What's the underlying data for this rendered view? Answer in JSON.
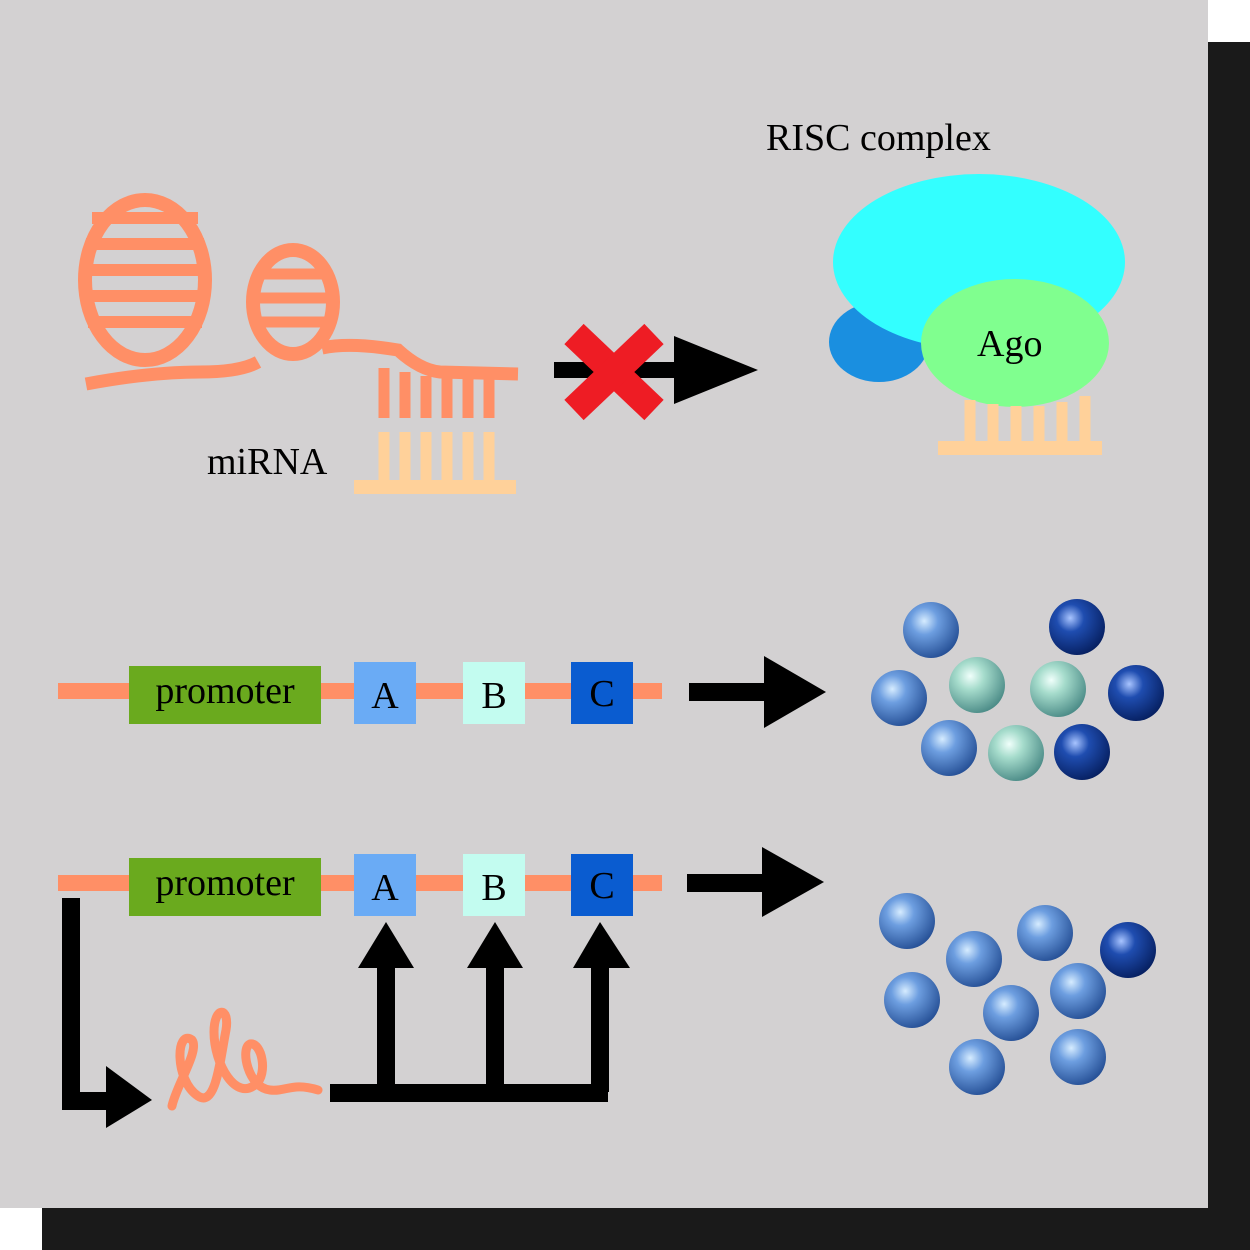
{
  "labels": {
    "risc_complex": "RISC complex",
    "ago": "Ago",
    "mirna": "miRNA"
  },
  "gene_rows": [
    {
      "promoter": "promoter",
      "boxes": [
        "A",
        "B",
        "C"
      ]
    },
    {
      "promoter": "promoter",
      "boxes": [
        "A",
        "B",
        "C"
      ]
    }
  ],
  "colors": {
    "panel_bg": "#d3d1d2",
    "shadow": "#1a1a1a",
    "rna_salmon": "#ff8f66",
    "rna_light": "#ffd19a",
    "risc_cyan": "#33ffff",
    "risc_blue": "#1a8fe0",
    "ago_green": "#80ff8f",
    "promoter_green": "#6aaa1e",
    "box_a": "#6aabf5",
    "box_b": "#c3fcf0",
    "box_c": "#0a5cd0",
    "block_red": "#ee1c24"
  },
  "protein_clusters": [
    {
      "blue": 3,
      "teal": 3,
      "navy": 3
    },
    {
      "blue": 8,
      "teal": 0,
      "navy": 1
    }
  ]
}
